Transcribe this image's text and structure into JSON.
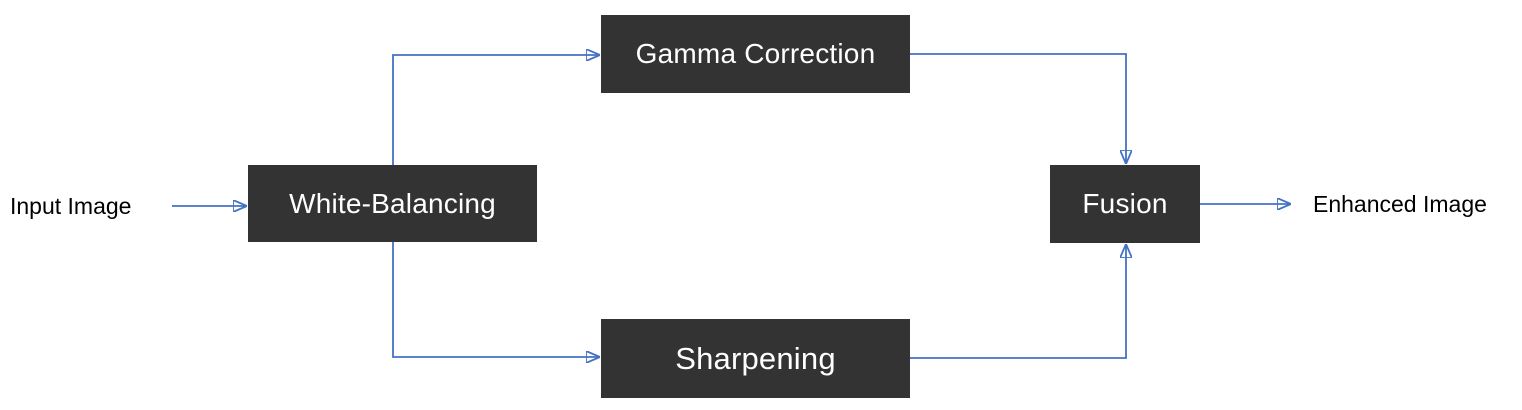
{
  "diagram": {
    "type": "flowchart",
    "description": "Image enhancement pipeline",
    "colors": {
      "box_fill": "#333333",
      "box_text": "#ffffff",
      "arrow": "#4472C4",
      "label_text": "#000000",
      "background": "#ffffff"
    },
    "nodes": [
      {
        "id": "input-image",
        "label": "Input Image",
        "kind": "text-label"
      },
      {
        "id": "white-balancing",
        "label": "White-Balancing",
        "kind": "process-box"
      },
      {
        "id": "gamma-correction",
        "label": "Gamma Correction",
        "kind": "process-box"
      },
      {
        "id": "sharpening",
        "label": "Sharpening",
        "kind": "process-box"
      },
      {
        "id": "fusion",
        "label": "Fusion",
        "kind": "process-box"
      },
      {
        "id": "enhanced-image",
        "label": "Enhanced Image",
        "kind": "text-label"
      }
    ],
    "edges": [
      {
        "from": "input-image",
        "to": "white-balancing"
      },
      {
        "from": "white-balancing",
        "to": "gamma-correction"
      },
      {
        "from": "white-balancing",
        "to": "sharpening"
      },
      {
        "from": "gamma-correction",
        "to": "fusion"
      },
      {
        "from": "sharpening",
        "to": "fusion"
      },
      {
        "from": "fusion",
        "to": "enhanced-image"
      }
    ]
  }
}
